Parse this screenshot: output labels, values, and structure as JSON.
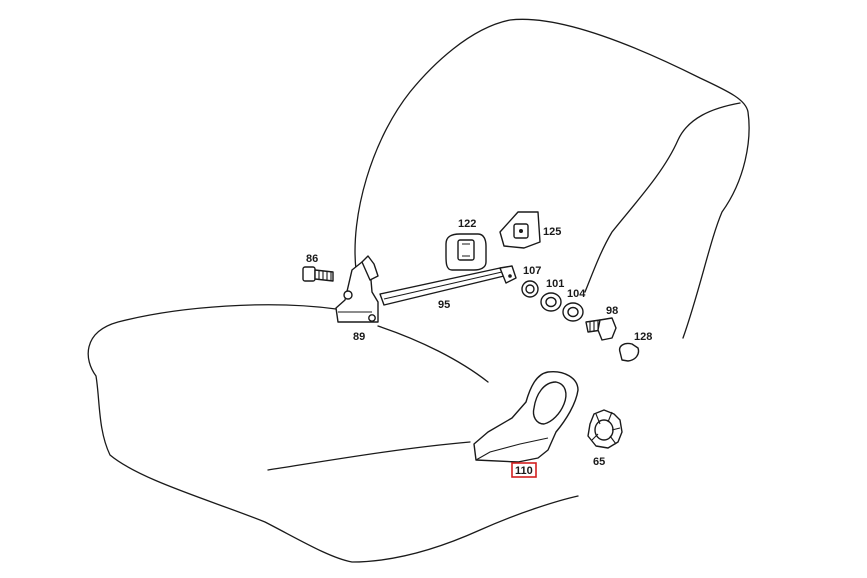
{
  "parts": [
    {
      "id": "seat-part-86",
      "number": "86"
    },
    {
      "id": "seat-part-89",
      "number": "89"
    },
    {
      "id": "seat-part-95",
      "number": "95"
    },
    {
      "id": "seat-part-122",
      "number": "122"
    },
    {
      "id": "seat-part-125",
      "number": "125"
    },
    {
      "id": "seat-part-107",
      "number": "107"
    },
    {
      "id": "seat-part-101",
      "number": "101"
    },
    {
      "id": "seat-part-104",
      "number": "104"
    },
    {
      "id": "seat-part-98",
      "number": "98"
    },
    {
      "id": "seat-part-128",
      "number": "128"
    },
    {
      "id": "seat-part-110",
      "number": "110"
    },
    {
      "id": "seat-part-65",
      "number": "65"
    }
  ],
  "highlighted_part": "110",
  "colors": {
    "line": "#1a1a1a",
    "highlight": "#d21f1f",
    "background": "#ffffff"
  }
}
